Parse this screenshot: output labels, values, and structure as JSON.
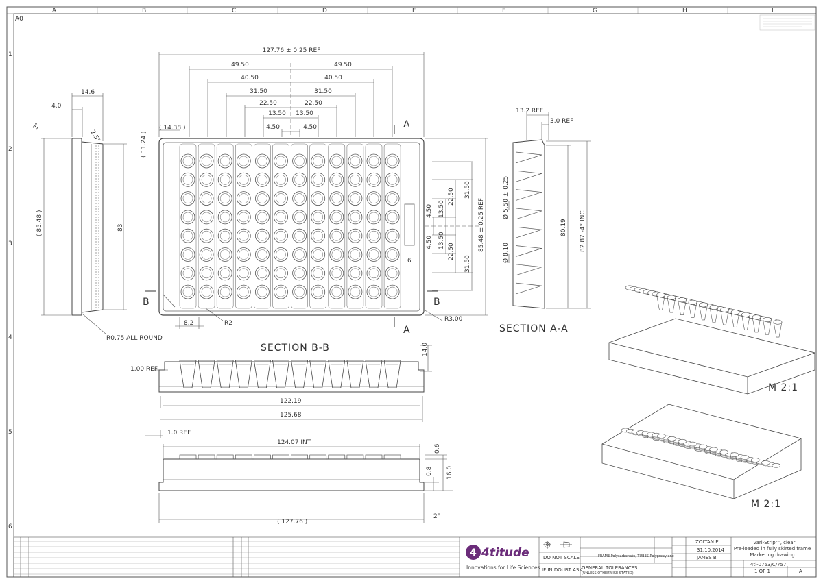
{
  "sheet": {
    "cols": [
      "A",
      "B",
      "C",
      "D",
      "E",
      "F",
      "G",
      "H",
      "I"
    ],
    "rows": [
      "1",
      "2",
      "3",
      "4",
      "5",
      "6"
    ],
    "size": "A0"
  },
  "top_view": {
    "dims": {
      "overall_width": "127.76 ± 0.25 REF",
      "w49_left": "49.50",
      "w49_right": "49.50",
      "w40_left": "40.50",
      "w40_right": "40.50",
      "w31_left": "31.50",
      "w31_right": "31.50",
      "w22_left": "22.50",
      "w22_right": "22.50",
      "w13_left": "13.50",
      "w13_right": "13.50",
      "w4_left": "4.50",
      "w4_right": "4.50",
      "offset_x": "( 14.38 )",
      "offset_y": "( 11.24 )",
      "corner_radius": "R2",
      "corner_r3": "R3.00",
      "notch_w": "8.2",
      "notch_6": "6",
      "h4_top": "4.50",
      "h4_bot": "4.50",
      "h13_top": "13.50",
      "h13_bot": "13.50",
      "h22_top": "22.50",
      "h22_bot": "22.50",
      "h31_top": "31.50",
      "h31_bot": "31.50",
      "overall_height": "85.48 ± 0.25 REF",
      "section_a": "A",
      "section_b": "B"
    },
    "rows": 8,
    "cols": 12
  },
  "side_view": {
    "width_14": "14.6",
    "width_4": "4.0",
    "angle_1": "2°",
    "angle_2": "2.5°",
    "height_ref": "( 85.48 )",
    "height_83": "83",
    "round": "R0.75 ALL ROUND"
  },
  "section_aa": {
    "title": "SECTION A-A",
    "ref_13": "13.2 REF",
    "ref_3": "3.0 REF",
    "dia_550": "Ø 5.50 ± 0.25",
    "dia_810": "Ø 8.10",
    "h_80": "80.19",
    "h_82": "82.87 -4° INC"
  },
  "section_bb": {
    "title": "SECTION B-B",
    "ref_100": "1.00 REF",
    "h_140": "14.0",
    "w_122": "122.19",
    "w_125": "125.68",
    "ref_10": "1.0 REF"
  },
  "front_view": {
    "int": "124.07 INT",
    "d06": "0.6",
    "d08": "0.8",
    "d160": "16.0",
    "w_ref": "( 127.76 )",
    "angle": "2°"
  },
  "iso": {
    "label_1": "M 2:1",
    "label_2": "M 2:1"
  },
  "title_block": {
    "logo": "4titude",
    "tagline": "Innovations for Life Sciences",
    "do_not_scale": "DO NOT SCALE",
    "if_in_doubt": "IF IN DOUBT ASK",
    "material": "FRAME Polycarbonate, TUBES Polypropylene",
    "general_tol": "GENERAL TOLERANCES",
    "unless": "(UNLESS OTHERWISE STATED)",
    "drawn_by": "ZOLTAN E",
    "date": "31.10.2014",
    "checked": "JAMES B",
    "title_1": "Vari-Strip™, clear,",
    "title_2": "Pre-loaded in fully skirted frame",
    "title_3": "Marketing drawing",
    "drawing_no": "4ti-0753/C/757",
    "sheet": "1 OF 1",
    "rev": "A"
  }
}
